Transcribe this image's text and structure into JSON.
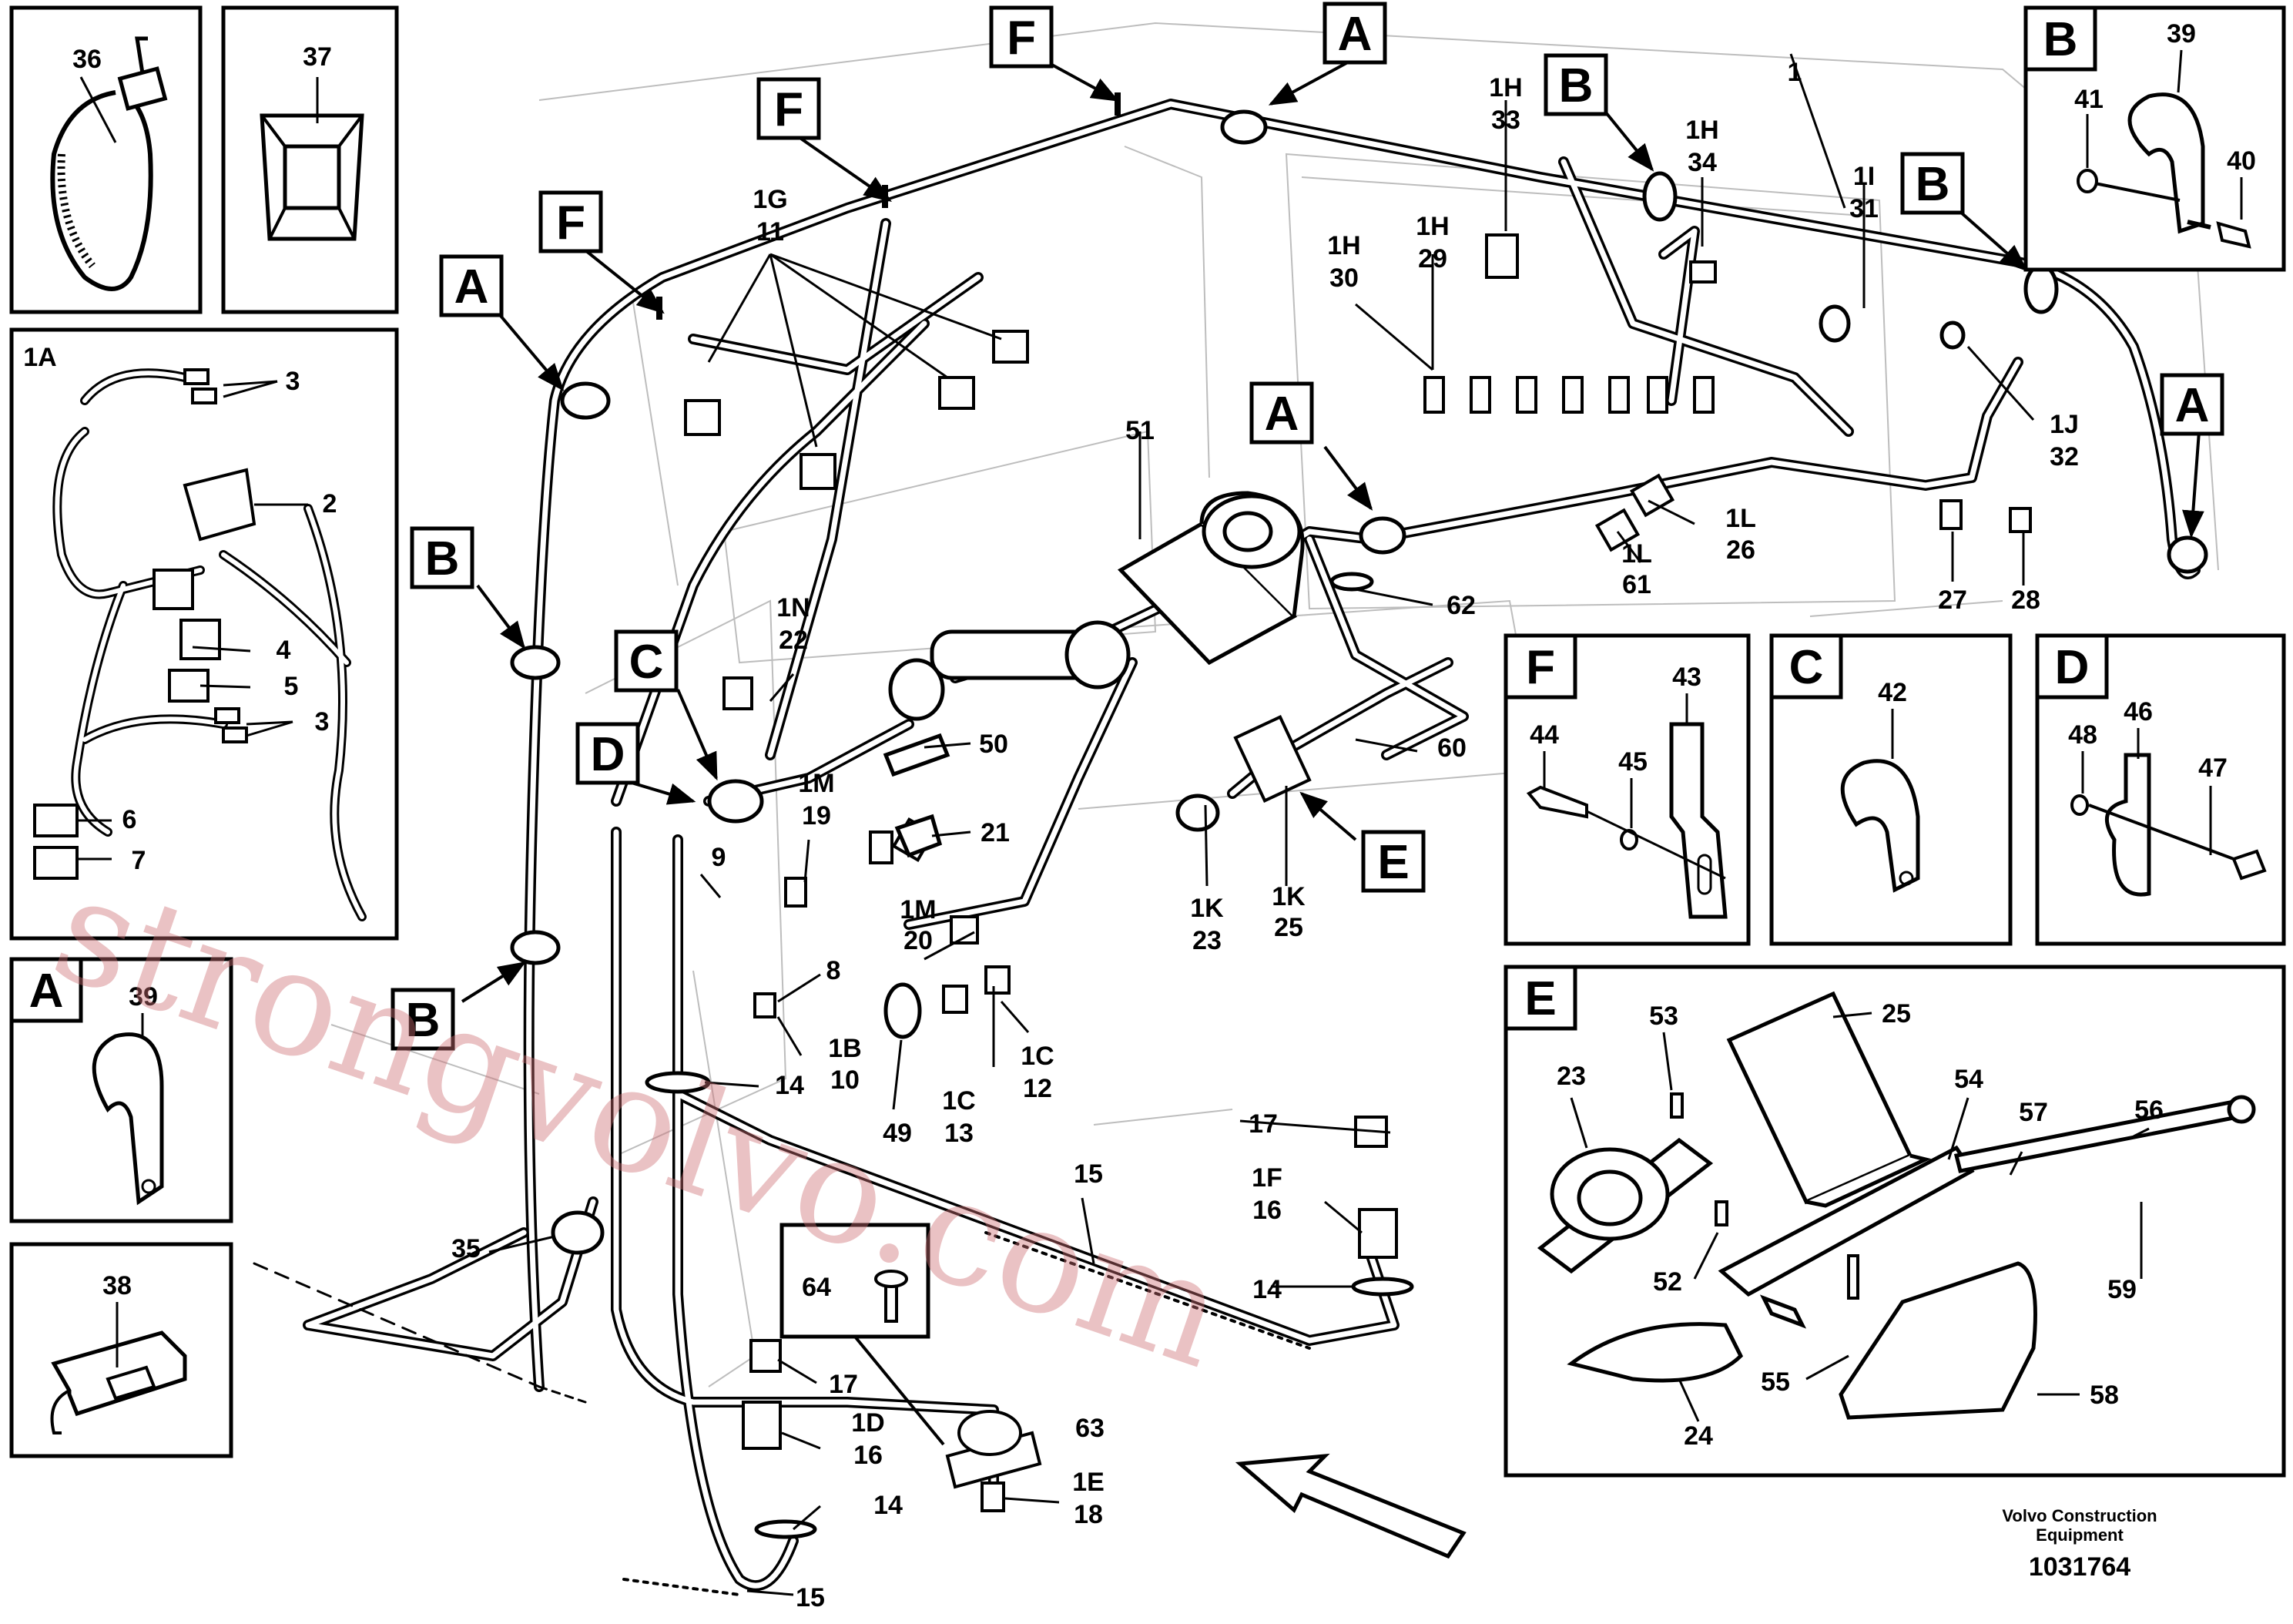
{
  "diagram": {
    "footer": {
      "company_line1": "Volvo Construction",
      "company_line2": "Equipment",
      "drawing_number": "1031764"
    },
    "watermark": "strongvolvo.com",
    "detail_letters": {
      "A": "A",
      "B": "B",
      "C": "C",
      "D": "D",
      "E": "E",
      "F": "F"
    },
    "detail_panels": {
      "p36": "36",
      "p37": "37",
      "p1A": "1A",
      "p1A_3a": "3",
      "p1A_2": "2",
      "p1A_4": "4",
      "p1A_5": "5",
      "p1A_3b": "3",
      "p1A_6": "6",
      "p1A_7": "7",
      "pA": "39",
      "p38": "38",
      "pB_39": "39",
      "pB_41": "41",
      "pB_40": "40",
      "pF_43": "43",
      "pF_44": "44",
      "pF_45": "45",
      "pC_42": "42",
      "pD_48": "48",
      "pD_46": "46",
      "pD_47": "47",
      "pE_25": "25",
      "pE_53": "53",
      "pE_23": "23",
      "pE_54": "54",
      "pE_57": "57",
      "pE_56": "56",
      "pE_52": "52",
      "pE_59": "59",
      "pE_55": "55",
      "pE_58": "58",
      "pE_24": "24"
    },
    "callouts": {
      "c1": "1",
      "c1H_33a": "1H",
      "c1H_33b": "33",
      "c1H_34a": "1H",
      "c1H_34b": "34",
      "c1I_31a": "1I",
      "c1I_31b": "31",
      "c1H_30a": "1H",
      "c1H_30b": "30",
      "c1H_29a": "1H",
      "c1H_29b": "29",
      "c1G_11a": "1G",
      "c1G_11b": "11",
      "c1J_32a": "1J",
      "c1J_32b": "32",
      "c51": "51",
      "c1L_26a": "1L",
      "c1L_26b": "26",
      "c1L_61a": "1L",
      "c1L_61b": "61",
      "c27": "27",
      "c28": "28",
      "c62": "62",
      "c60": "60",
      "c1N_22a": "1N",
      "c1N_22b": "22",
      "c50": "50",
      "c21": "21",
      "c1M_19a": "1M",
      "c1M_19b": "19",
      "c9": "9",
      "c1M_20a": "1M",
      "c1M_20b": "20",
      "c1K_23a": "1K",
      "c1K_23b": "23",
      "c1K_25a": "1K",
      "c1K_25b": "25",
      "c8": "8",
      "c1B_10a": "1B",
      "c1B_10b": "10",
      "c1C_12a": "1C",
      "c1C_12b": "12",
      "c1C_13a": "1C",
      "c1C_13b": "13",
      "c14a": "14",
      "c49": "49",
      "c17a": "17",
      "c15a": "15",
      "c1F_16a": "1F",
      "c1F_16b": "16",
      "c14b": "14",
      "c35": "35",
      "c64": "64",
      "c17b": "17",
      "c1D_16a": "1D",
      "c1D_16b": "16",
      "c63": "63",
      "c14c": "14",
      "c1E_18a": "1E",
      "c1E_18b": "18",
      "c15b": "15"
    }
  }
}
